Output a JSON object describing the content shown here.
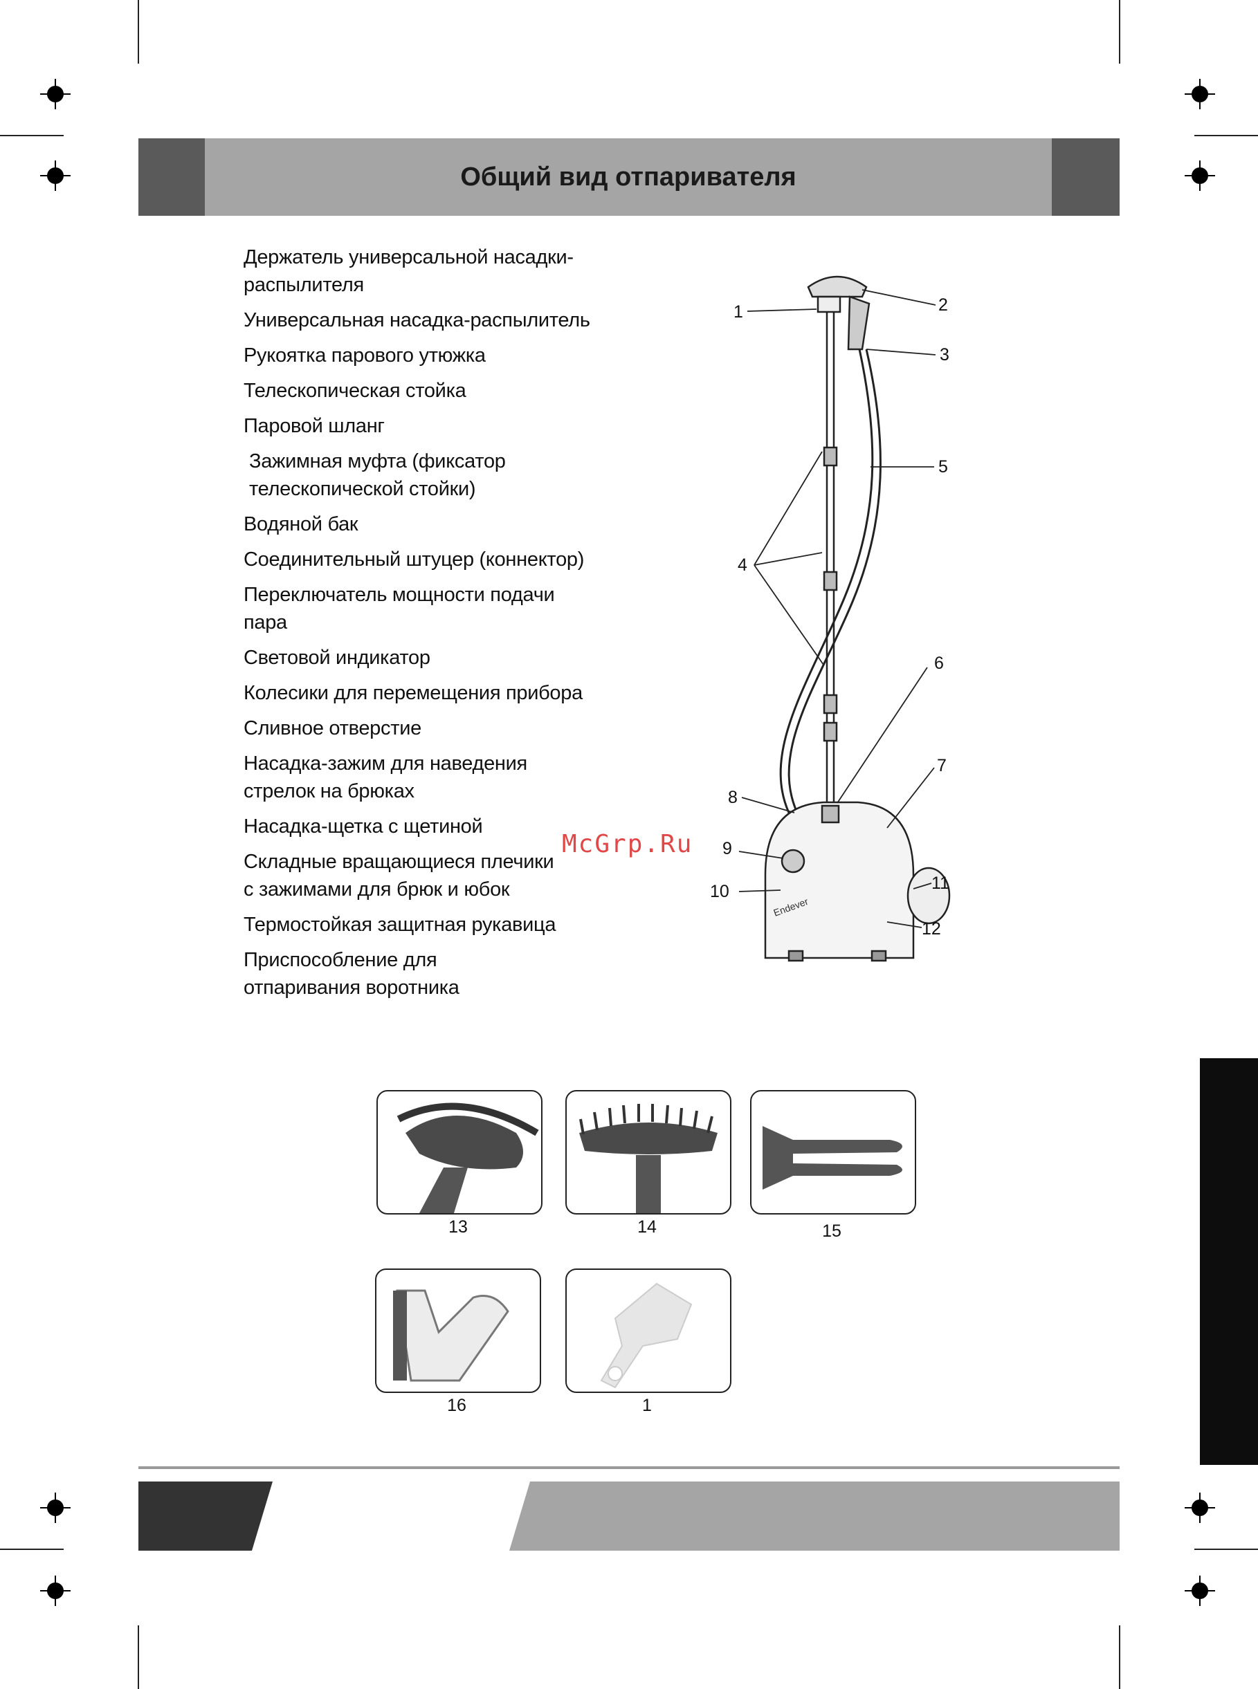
{
  "header": {
    "title": "Общий вид отпаривателя"
  },
  "parts": [
    "Держатель универсальной насадки-\nраспылителя",
    "Универсальная насадка-распылитель",
    "Рукоятка парового утюжка",
    "Телескопическая стойка",
    "Паровой шланг",
    "Зажимная муфта (фиксатор\nтелескопической стойки)",
    "Водяной бак",
    "Соединительный штуцер (коннектор)",
    "Переключатель мощности подачи\nпара",
    "Световой индикатор",
    "Колесики для перемещения прибора",
    "Сливное отверстие",
    "Насадка-зажим для наведения\nстрелок на брюках",
    "Насадка-щетка с щетиной",
    "Складные вращающиеся плечики\nс зажимами для брюк и юбок",
    "Термостойкая защитная рукавица",
    "Приспособление для\nотпаривания воротника"
  ],
  "diagram": {
    "callouts": [
      "1",
      "2",
      "3",
      "5",
      "4",
      "6",
      "7",
      "8",
      "9",
      "10",
      "11",
      "12"
    ],
    "brand_text": "Endever"
  },
  "watermark": "McGrp.Ru",
  "accessories": [
    {
      "label": "13",
      "icon": "trouser-crease-clip-icon"
    },
    {
      "label": "14",
      "icon": "bristle-brush-icon"
    },
    {
      "label": "15",
      "icon": "folding-hanger-icon"
    },
    {
      "label": "16",
      "icon": "heat-glove-icon"
    },
    {
      "label": "1",
      "icon": "collar-board-icon"
    }
  ],
  "colors": {
    "header_dark": "#5a5a5a",
    "header_light": "#a5a5a5",
    "side_tab": "#0d0d0d",
    "footer_dark": "#333333",
    "footer_light": "#a5a5a5"
  }
}
